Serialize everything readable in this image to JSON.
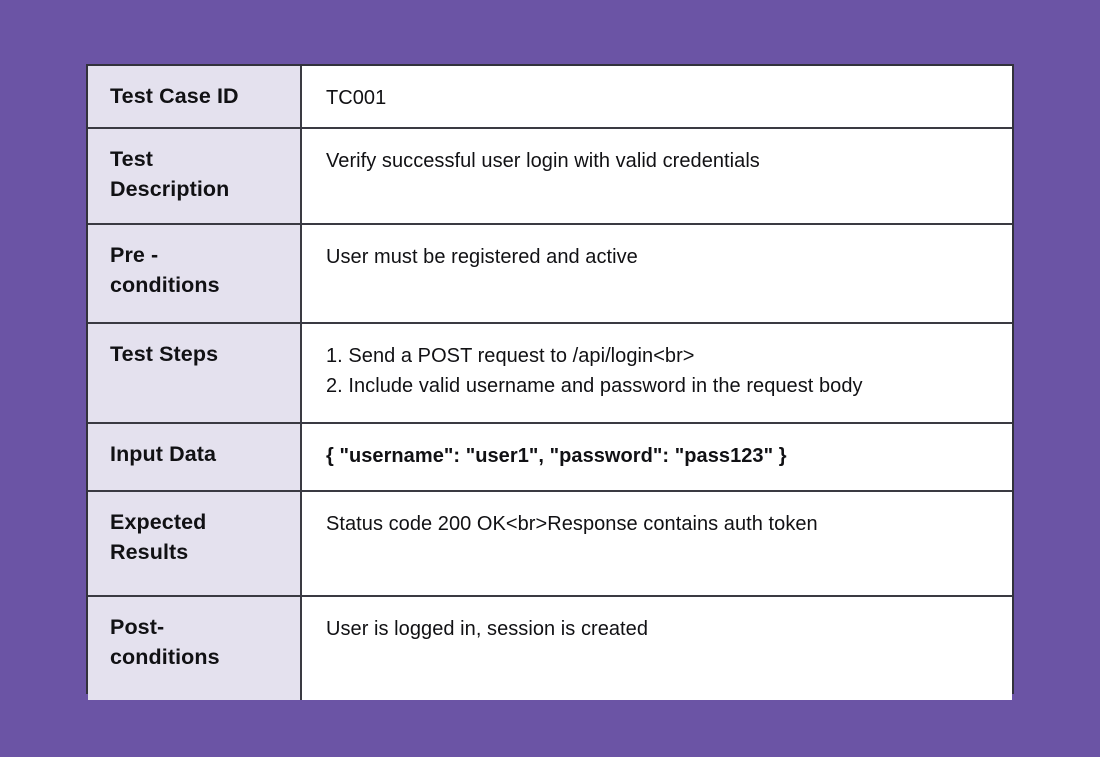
{
  "page": {
    "background_color": "#6b54a5",
    "table_border_color": "#3a3a42",
    "label_cell_color": "#e4e1ee",
    "value_cell_color": "#ffffff",
    "text_color": "#111114"
  },
  "table": {
    "rows": [
      {
        "label": "Test Case ID",
        "value_lines": [
          "TC001"
        ],
        "emphasis": false
      },
      {
        "label_lines": [
          "Test",
          "Description"
        ],
        "label": "Test Description",
        "value_lines": [
          "Verify successful user login with valid credentials"
        ],
        "emphasis": false
      },
      {
        "label_lines": [
          "Pre -",
          "conditions"
        ],
        "label": "Pre - conditions",
        "value_lines": [
          "User must be registered and active"
        ],
        "emphasis": false
      },
      {
        "label": "Test Steps",
        "value_lines": [
          "1. Send a POST request to /api/login<br>",
          "2. Include valid username and password in the request body"
        ],
        "emphasis": false
      },
      {
        "label": "Input Data",
        "value_lines": [
          "{ \"username\": \"user1\", \"password\": \"pass123\" }"
        ],
        "emphasis": true
      },
      {
        "label_lines": [
          "Expected",
          "Results"
        ],
        "label": "Expected Results",
        "value_lines": [
          "Status code 200 OK<br>Response contains auth token"
        ],
        "emphasis": false
      },
      {
        "label_lines": [
          "Post-",
          "conditions"
        ],
        "label": "Post- conditions",
        "value_lines": [
          "User is logged in, session is created"
        ],
        "emphasis": false
      }
    ]
  }
}
